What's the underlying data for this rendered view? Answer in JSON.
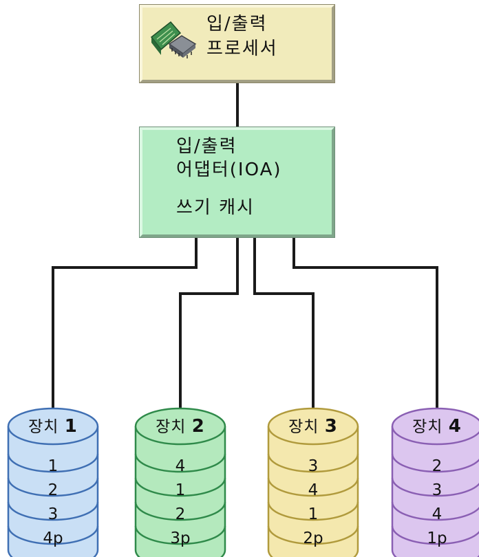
{
  "io_processor": {
    "line1": "입/출력",
    "line2": "프로세서",
    "icon": "circuit-card-chip-icon"
  },
  "io_adapter": {
    "line1": "입/출력",
    "line2": "어댑터(IOA)",
    "line3": "쓰기 캐시"
  },
  "devices": [
    {
      "word": "장치",
      "number": "1",
      "color": "#c9dff5",
      "stroke": "#3f6fb3",
      "stripes": [
        "1",
        "2",
        "3",
        "4p"
      ]
    },
    {
      "word": "장치",
      "number": "2",
      "color": "#b4e9bd",
      "stroke": "#2f8a4a",
      "stripes": [
        "4",
        "1",
        "2",
        "3p"
      ]
    },
    {
      "word": "장치",
      "number": "3",
      "color": "#f4e8ae",
      "stroke": "#b09a3c",
      "stripes": [
        "3",
        "4",
        "1",
        "2p"
      ]
    },
    {
      "word": "장치",
      "number": "4",
      "color": "#dcc6ef",
      "stroke": "#8a5fb3",
      "stripes": [
        "2",
        "3",
        "4",
        "1p"
      ]
    }
  ]
}
